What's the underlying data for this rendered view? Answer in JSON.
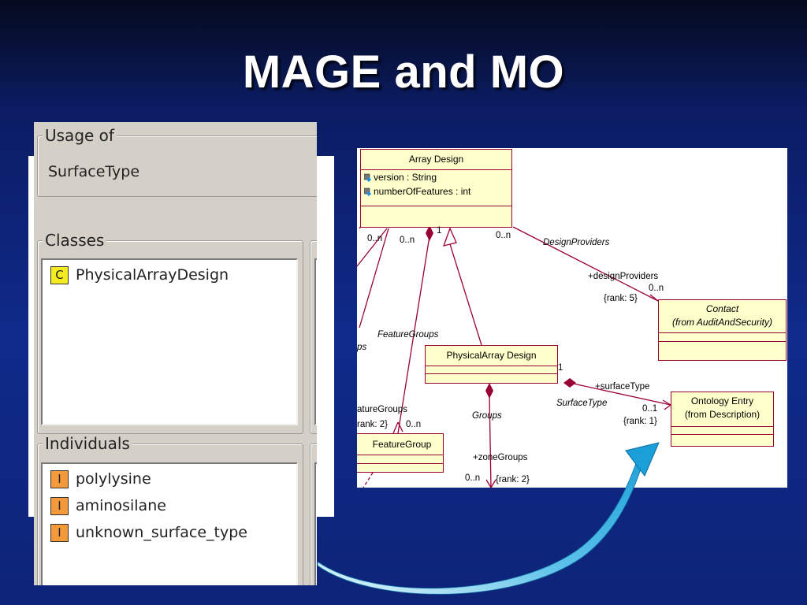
{
  "slide": {
    "title": "MAGE and MO"
  },
  "ontology_panel": {
    "usage_legend": "Usage of",
    "usage_value": "SurfaceType",
    "classes_legend": "Classes",
    "classes": [
      {
        "badge": "C",
        "label": "PhysicalArrayDesign"
      }
    ],
    "individuals_legend": "Individuals",
    "individuals": [
      {
        "badge": "I",
        "label": "polylysine"
      },
      {
        "badge": "I",
        "label": "aminosilane"
      },
      {
        "badge": "I",
        "label": "unknown_surface_type"
      }
    ]
  },
  "uml": {
    "array_design": {
      "name": "Array Design",
      "attributes": [
        "version : String",
        "numberOfFeatures : int"
      ]
    },
    "contact": {
      "name": "Contact",
      "stereotype": "(from AuditAndSecurity)"
    },
    "physical_array_design": {
      "name": "PhysicalArray Design"
    },
    "ontology_entry": {
      "name": "Ontology Entry",
      "stereotype": "(from Description)"
    },
    "feature_group": {
      "name": "FeatureGroup"
    },
    "labels": {
      "m1": "0..n",
      "m2": "0..n",
      "m3": "1",
      "m4": "0..n",
      "design_providers": "DesignProviders",
      "design_providers_role": "+designProviders",
      "dp_mult": "0..n",
      "dp_rank": "{rank: 5}",
      "feature_groups": "FeatureGroups",
      "ps": "ps",
      "pad_mult": "1",
      "surface_type_role": "+surfaceType",
      "surface_type": "SurfaceType",
      "oe_mult": "0..1",
      "oe_rank": "{rank: 1}",
      "fg_role": "atureGroups",
      "fg_rank": "rank: 2}",
      "fg_mult": "0..n",
      "groups": "Groups",
      "zone_groups": "+zoneGroups",
      "zg_mult": "0..n",
      "zg_rank": "{rank: 2}"
    }
  },
  "colors": {
    "uml_line": "#990033",
    "uml_fill": "#ffffcc",
    "arrow": "#1a9fd8"
  }
}
